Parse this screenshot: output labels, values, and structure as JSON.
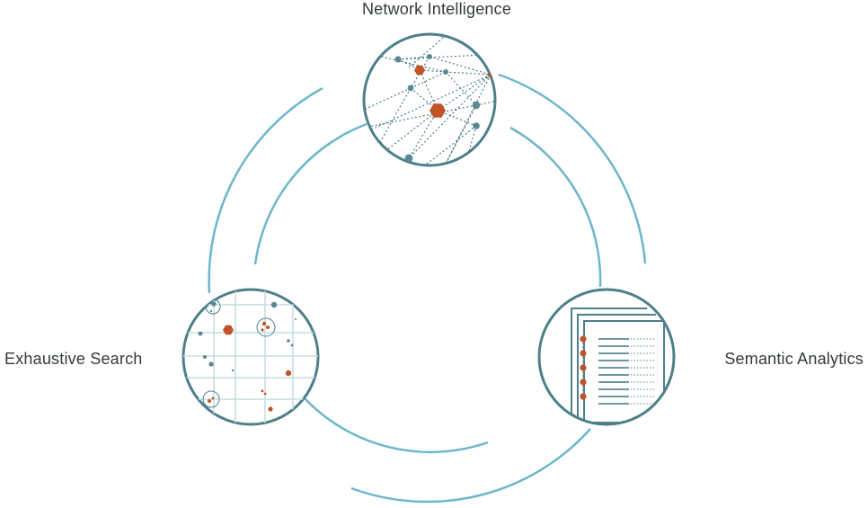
{
  "labels": {
    "top": "Network Intelligence",
    "left": "Exhaustive Search",
    "right": "Semantic Analytics"
  },
  "colors": {
    "ring": "#6db6c9",
    "node_border": "#4d7f8a",
    "teal_dot": "#5a8792",
    "orange_dot": "#c0532a",
    "grid": "#c7dde2",
    "text": "#333a3d"
  }
}
